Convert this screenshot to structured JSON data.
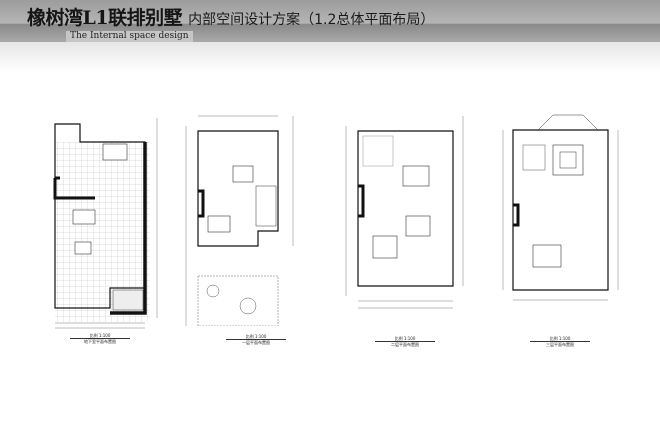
{
  "header": {
    "title": "橡树湾L1联排别墅",
    "subtitle": "内部空间设计方案（1.2总体平面布局）",
    "english": "The Internal space design"
  },
  "plans": [
    {
      "caption": "地下室平面布置图",
      "scale": "比例 1:100"
    },
    {
      "caption": "一层平面布置图",
      "scale": "比例 1:100"
    },
    {
      "caption": "二层平面布置图",
      "scale": "比例 1:100"
    },
    {
      "caption": "三层平面布置图",
      "scale": "比例 1:100"
    }
  ]
}
